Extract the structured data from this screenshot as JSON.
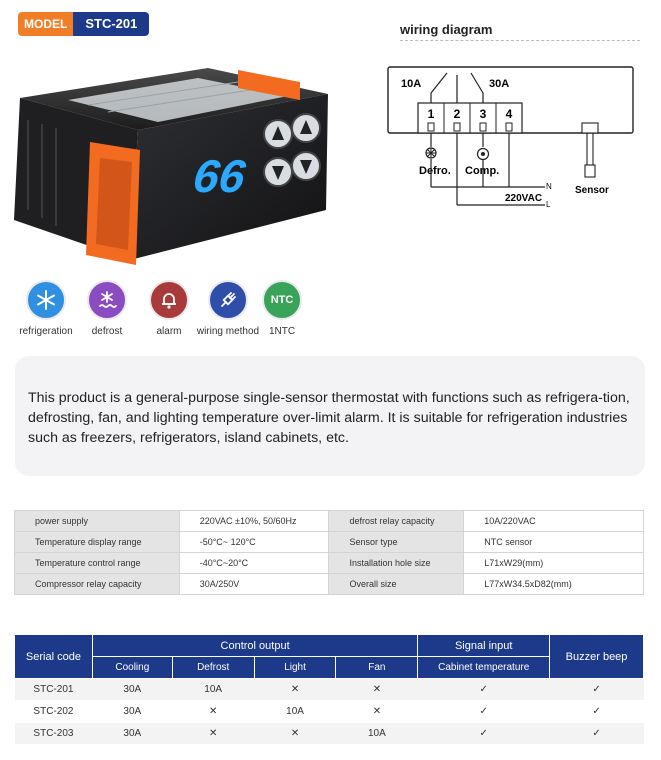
{
  "model": {
    "label": "MODEL",
    "code": "STC-201"
  },
  "wiring": {
    "title": "wiring diagram",
    "relay_left": "10A",
    "relay_right": "30A",
    "terminals": [
      "1",
      "2",
      "3",
      "4"
    ],
    "defro": "Defro.",
    "comp": "Comp.",
    "n": "N",
    "l": "L",
    "voltage": "220VAC",
    "sensor": "Sensor"
  },
  "display": {
    "digits": "66"
  },
  "features": [
    {
      "label": "refrigeration",
      "icon": "snowflake-icon",
      "color": "#2f8fe0"
    },
    {
      "label": "defrost",
      "icon": "defrost-icon",
      "color": "#8a4cc0"
    },
    {
      "label": "alarm",
      "icon": "bell-icon",
      "color": "#a83a3a"
    },
    {
      "label": "wiring method",
      "icon": "plug-icon",
      "color": "#2e4ea8"
    },
    {
      "label": "1NTC",
      "icon": "ntc-icon",
      "icon_text": "NTC",
      "color": "#3aa35a"
    }
  ],
  "description": "This product is a general-purpose single-sensor thermostat with functions such as refrigera-tion, defrosting, fan, and lighting temperature over-limit alarm. It is suitable for refrigeration industries such as freezers, refrigerators, island cabinets, etc.",
  "specs": [
    [
      "power supply",
      "220VAC ±10%, 50/60Hz",
      "defrost relay capacity",
      "10A/220VAC"
    ],
    [
      "Temperature display range",
      "-50°C~ 120°C",
      "Sensor type",
      "NTC sensor"
    ],
    [
      "Temperature control range",
      "-40°C~20°C",
      "Installation hole size",
      "L71xW29(mm)"
    ],
    [
      "Compressor relay capacity",
      "30A/250V",
      "Overall size",
      "L77xW34.5xD82(mm)"
    ]
  ],
  "product_table": {
    "serial_header": "Serial code",
    "control_header": "Control output",
    "signal_header": "Signal input",
    "buzzer_header": "Buzzer beep",
    "sub_headers": [
      "Cooling",
      "Defrost",
      "Light",
      "Fan",
      "Cabinet temperature"
    ],
    "rows": [
      [
        "STC-201",
        "30A",
        "10A",
        "✕",
        "✕",
        "✓",
        "✓"
      ],
      [
        "STC-202",
        "30A",
        "✕",
        "10A",
        "✕",
        "✓",
        "✓"
      ],
      [
        "STC-203",
        "30A",
        "✕",
        "✕",
        "10A",
        "✓",
        "✓"
      ]
    ]
  }
}
